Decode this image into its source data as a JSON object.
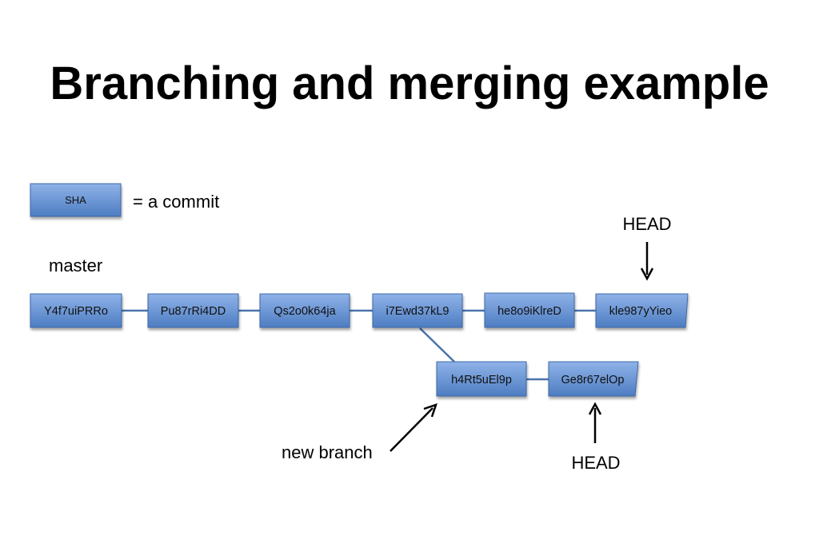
{
  "title": "Branching and merging example",
  "legend": {
    "box_label": "SHA",
    "text": "= a commit"
  },
  "labels": {
    "master": "master",
    "new_branch": "new branch",
    "head_master": "HEAD",
    "head_branch": "HEAD"
  },
  "master_commits": [
    "Y4f7uiPRRo",
    "Pu87rRi4DD",
    "Qs2o0k64ja",
    "i7Ewd37kL9",
    "he8o9iKlreD",
    "kle987yYieo"
  ],
  "branch_commits": [
    "h4Rt5uEl9p",
    "Ge8r67elOp"
  ],
  "colors": {
    "box_top": "#8db0e6",
    "box_bottom": "#4f7fc4",
    "box_border": "#3d6aa8",
    "connector": "#4a74ad"
  }
}
